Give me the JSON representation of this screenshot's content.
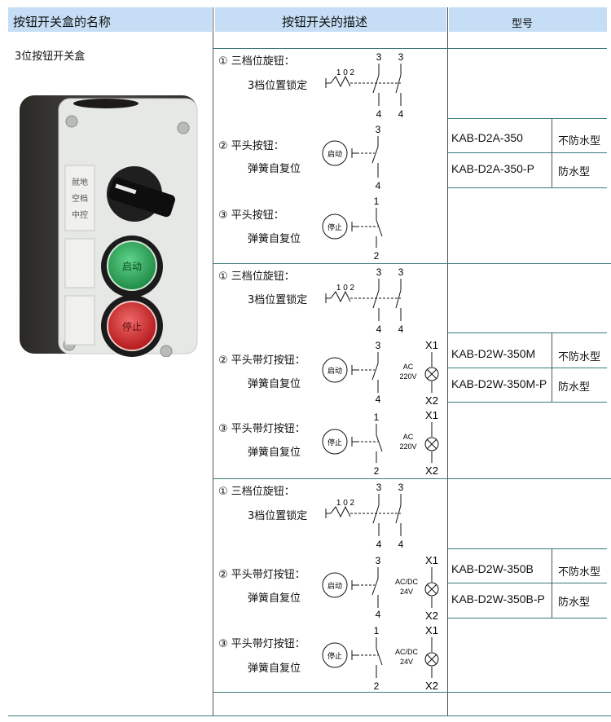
{
  "header": {
    "col1": "按钮开关盒的名称",
    "col2": "按钮开关的描述",
    "col3": "型号"
  },
  "product": {
    "name": "3位按钮开关盒",
    "photo_labels": {
      "side_text": [
        "就地",
        "空档",
        "中控"
      ],
      "start_button": "启动",
      "stop_button": "停止"
    }
  },
  "groups": [
    {
      "items": [
        {
          "num": "①",
          "title": "三档位旋钮：",
          "sub": "3档位置锁定",
          "symbol_labels": {
            "positions": "1 0 2",
            "top": [
              "3",
              "3"
            ],
            "bottom": [
              "4",
              "4"
            ]
          }
        },
        {
          "num": "②",
          "title": "平头按钮：",
          "sub": "弹簧自复位",
          "symbol_labels": {
            "button": "启动",
            "top": "3",
            "bottom": "4"
          }
        },
        {
          "num": "③",
          "title": "平头按钮：",
          "sub": "弹簧自复位",
          "symbol_labels": {
            "button": "停止",
            "top": "1",
            "bottom": "2"
          }
        }
      ],
      "models": [
        {
          "model": "KAB-D2A-350",
          "type": "不防水型"
        },
        {
          "model": "KAB-D2A-350-P",
          "type": "防水型"
        }
      ]
    },
    {
      "items": [
        {
          "num": "①",
          "title": "三档位旋钮：",
          "sub": "3档位置锁定",
          "symbol_labels": {
            "positions": "1 0 2",
            "top": [
              "3",
              "3"
            ],
            "bottom": [
              "4",
              "4"
            ]
          }
        },
        {
          "num": "②",
          "title": "平头带灯按钮：",
          "sub": "弹簧自复位",
          "symbol_labels": {
            "button": "启动",
            "top": "3",
            "bottom": "4",
            "lamp_top": "X1",
            "lamp_bottom": "X2",
            "voltage": [
              "AC",
              "220V"
            ]
          }
        },
        {
          "num": "③",
          "title": "平头带灯按钮：",
          "sub": "弹簧自复位",
          "symbol_labels": {
            "button": "停止",
            "top": "1",
            "bottom": "2",
            "lamp_top": "X1",
            "lamp_bottom": "X2",
            "voltage": [
              "AC",
              "220V"
            ]
          }
        }
      ],
      "models": [
        {
          "model": "KAB-D2W-350M",
          "type": "不防水型"
        },
        {
          "model": "KAB-D2W-350M-P",
          "type": "防水型"
        }
      ]
    },
    {
      "items": [
        {
          "num": "①",
          "title": "三档位旋钮：",
          "sub": "3档位置锁定",
          "symbol_labels": {
            "positions": "1 0 2",
            "top": [
              "3",
              "3"
            ],
            "bottom": [
              "4",
              "4"
            ]
          }
        },
        {
          "num": "②",
          "title": "平头带灯按钮：",
          "sub": "弹簧自复位",
          "symbol_labels": {
            "button": "启动",
            "top": "3",
            "bottom": "4",
            "lamp_top": "X1",
            "lamp_bottom": "X2",
            "voltage": [
              "AC/DC",
              "24V"
            ]
          }
        },
        {
          "num": "③",
          "title": "平头带灯按钮：",
          "sub": "弹簧自复位",
          "symbol_labels": {
            "button": "停止",
            "top": "1",
            "bottom": "2",
            "lamp_top": "X1",
            "lamp_bottom": "X2",
            "voltage": [
              "AC/DC",
              "24V"
            ]
          }
        }
      ],
      "models": [
        {
          "model": "KAB-D2W-350B",
          "type": "不防水型"
        },
        {
          "model": "KAB-D2W-350B-P",
          "type": "防水型"
        }
      ]
    }
  ],
  "colors": {
    "header_bg": "#c5def5",
    "row_line": "#3a7a7a",
    "green_button": "#2eaa5a",
    "red_button": "#d0262a",
    "box_body": "#e9ebe8",
    "box_base": "#3c3a37"
  }
}
